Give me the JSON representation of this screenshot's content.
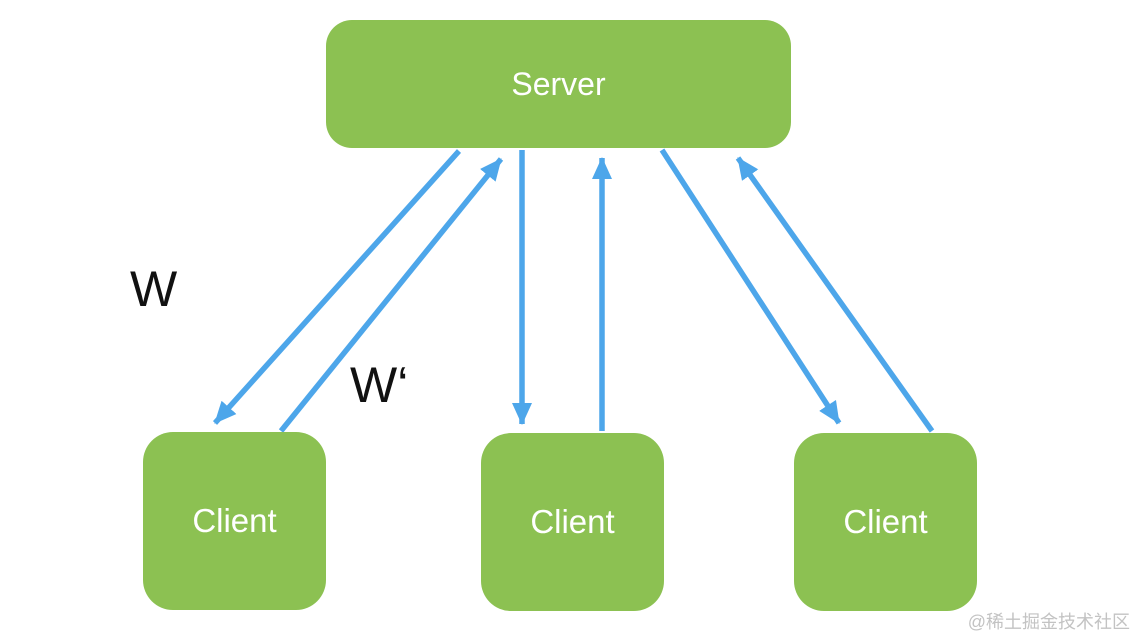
{
  "diagram": {
    "nodes": {
      "server": {
        "label": "Server"
      },
      "client_left": {
        "label": "Client"
      },
      "client_middle": {
        "label": "Client"
      },
      "client_right": {
        "label": "Client"
      }
    },
    "edge_labels": {
      "w": "W",
      "w_prime": "W‘"
    },
    "colors": {
      "node_fill": "#8cc152",
      "node_text": "#ffffff",
      "arrow": "#4da6ea",
      "edge_label_text": "#111111",
      "background": "#ffffff",
      "watermark": "#c3c3c3"
    },
    "watermark": "@稀土掘金技术社区"
  }
}
